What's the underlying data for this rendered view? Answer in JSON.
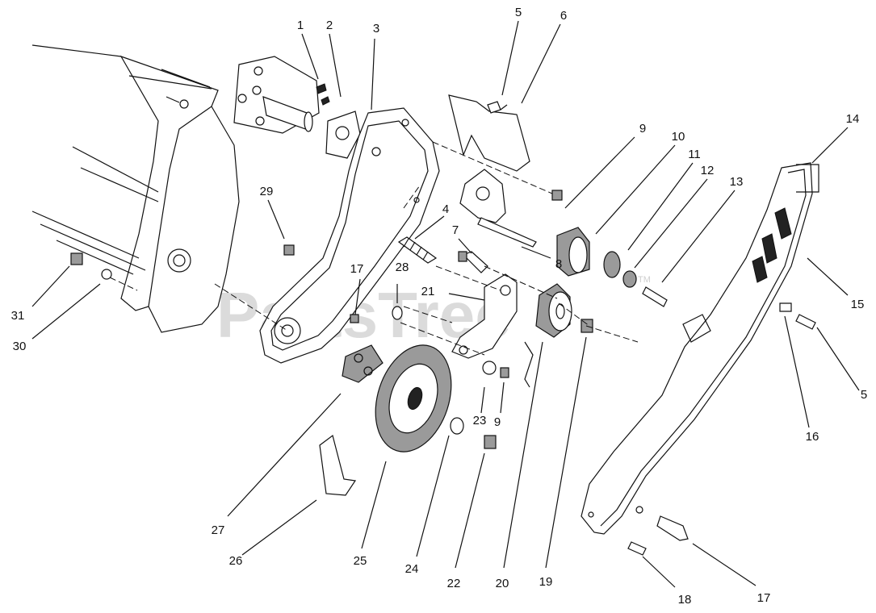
{
  "watermark": {
    "text": "PartsTree",
    "trademark": "TM"
  },
  "callouts": [
    {
      "id": "c1",
      "label": "1"
    },
    {
      "id": "c2",
      "label": "2"
    },
    {
      "id": "c3",
      "label": "3"
    },
    {
      "id": "c5a",
      "label": "5"
    },
    {
      "id": "c6",
      "label": "6"
    },
    {
      "id": "c9a",
      "label": "9"
    },
    {
      "id": "c10",
      "label": "10"
    },
    {
      "id": "c11",
      "label": "11"
    },
    {
      "id": "c12",
      "label": "12"
    },
    {
      "id": "c13",
      "label": "13"
    },
    {
      "id": "c14",
      "label": "14"
    },
    {
      "id": "c29",
      "label": "29"
    },
    {
      "id": "c4",
      "label": "4"
    },
    {
      "id": "c7",
      "label": "7"
    },
    {
      "id": "c8",
      "label": "8"
    },
    {
      "id": "c15",
      "label": "15"
    },
    {
      "id": "c17a",
      "label": "17"
    },
    {
      "id": "c28",
      "label": "28"
    },
    {
      "id": "c21",
      "label": "21"
    },
    {
      "id": "c31",
      "label": "31"
    },
    {
      "id": "c30",
      "label": "30"
    },
    {
      "id": "c5b",
      "label": "5"
    },
    {
      "id": "c16",
      "label": "16"
    },
    {
      "id": "c23",
      "label": "23"
    },
    {
      "id": "c9b",
      "label": "9"
    },
    {
      "id": "c27",
      "label": "27"
    },
    {
      "id": "c26",
      "label": "26"
    },
    {
      "id": "c25",
      "label": "25"
    },
    {
      "id": "c24",
      "label": "24"
    },
    {
      "id": "c22",
      "label": "22"
    },
    {
      "id": "c20",
      "label": "20"
    },
    {
      "id": "c19",
      "label": "19"
    },
    {
      "id": "c18",
      "label": "18"
    },
    {
      "id": "c17b",
      "label": "17"
    }
  ]
}
